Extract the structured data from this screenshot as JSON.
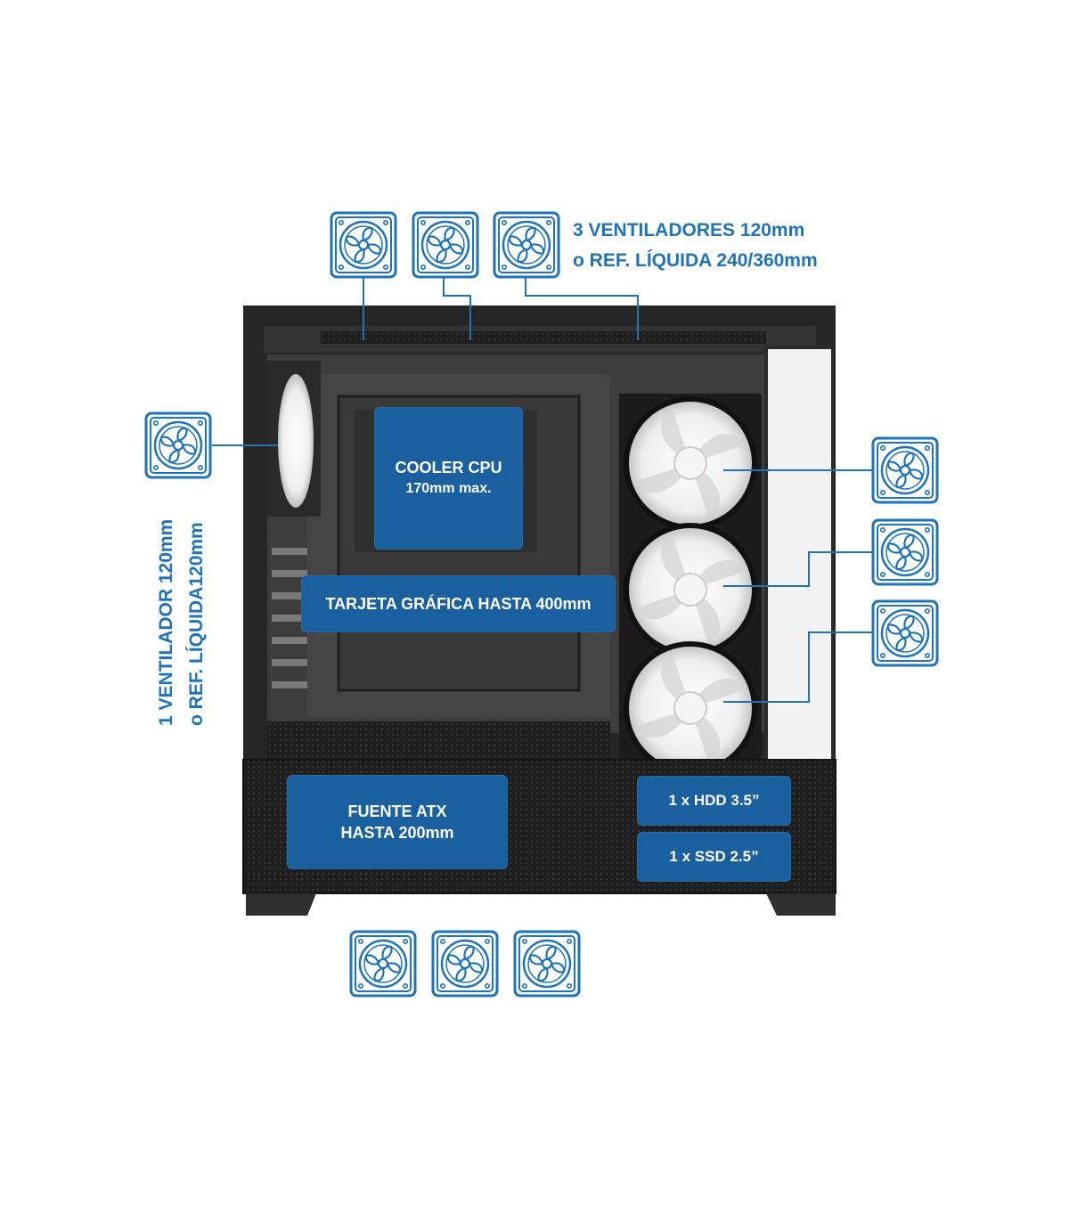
{
  "top_caption": {
    "line1": "3 VENTILADORES 120mm",
    "line2": "o REF. LÍQUIDA 240/360mm"
  },
  "side_caption": {
    "line1": "1 VENTILADOR 120mm",
    "line2": "o REF. LÍQUIDA120mm"
  },
  "labels": {
    "cooler_line1": "COOLER CPU",
    "cooler_line2": "170mm max.",
    "gpu": "TARJETA GRÁFICA HASTA 400mm",
    "psu_line1": "FUENTE ATX",
    "psu_line2": "HASTA 200mm",
    "hdd": "1 x HDD 3.5”",
    "ssd": "1 x SSD 2.5”"
  },
  "colors": {
    "accent": "#1f73b7",
    "label_bg": "#1a5f9e",
    "case_body": "#2b2b2b",
    "case_dark": "#1b1b1b"
  },
  "icons": {
    "fan": "fan-icon"
  }
}
